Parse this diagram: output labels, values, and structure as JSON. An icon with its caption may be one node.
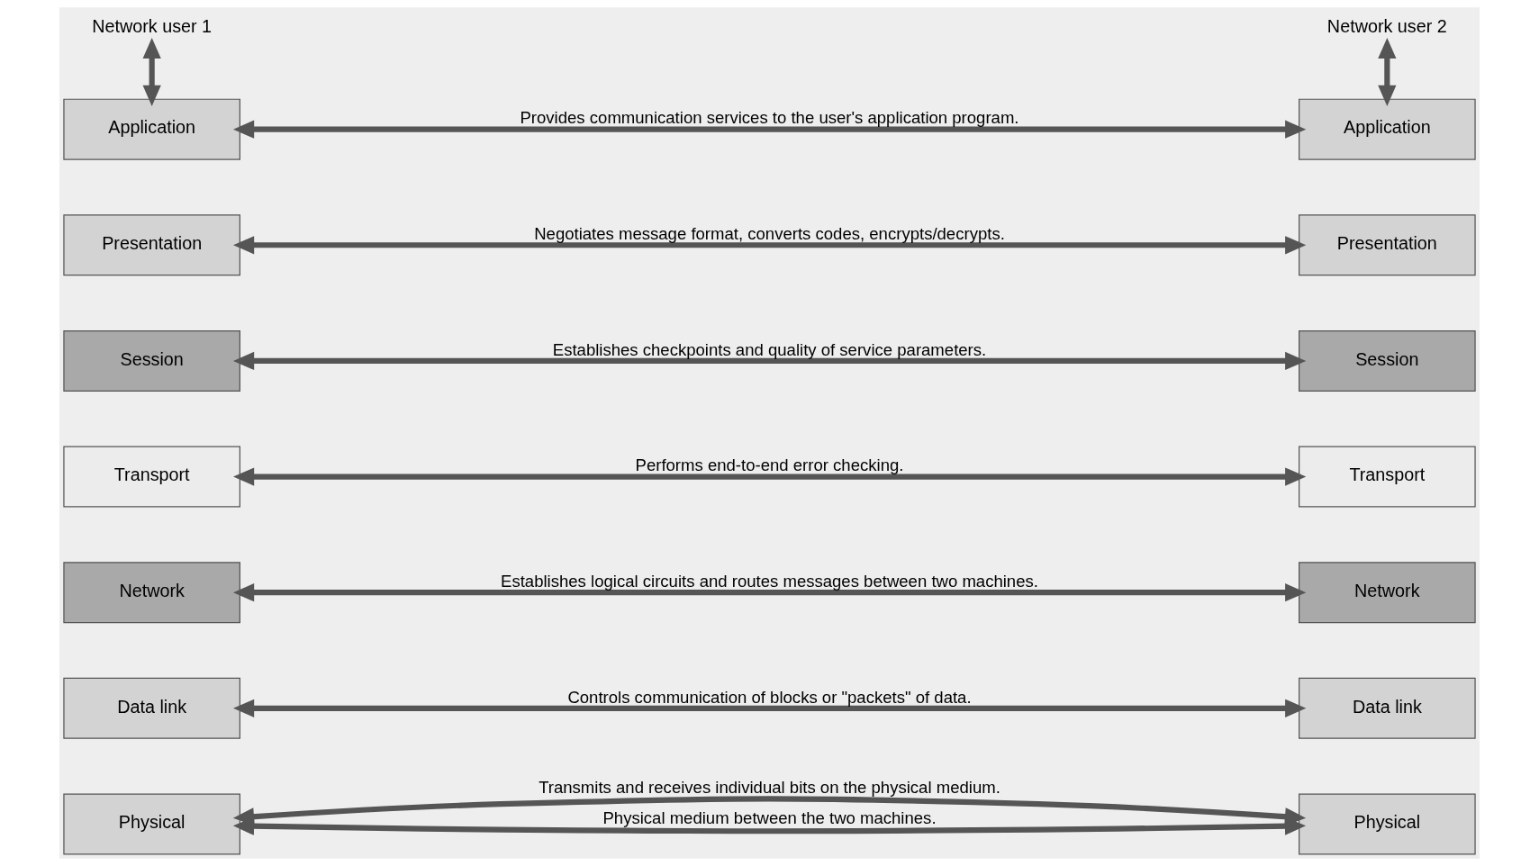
{
  "diagram": {
    "nodes": [
      {
        "text": [
          "Network user 1"
        ]
      },
      {
        "text": [
          "Network user 2"
        ]
      },
      {
        "text": [
          "Application"
        ]
      },
      {
        "text": [
          "Presentation"
        ]
      },
      {
        "text": [
          "Session"
        ]
      },
      {
        "text": [
          "Transport"
        ]
      },
      {
        "text": [
          "Network"
        ]
      },
      {
        "text": [
          "Data link"
        ]
      },
      {
        "text": [
          "Physical"
        ]
      },
      {
        "text": [
          "Application"
        ]
      },
      {
        "text": [
          "Presentation"
        ]
      },
      {
        "text": [
          "Session"
        ]
      },
      {
        "text": [
          "Transport"
        ]
      },
      {
        "text": [
          "Network"
        ]
      },
      {
        "text": [
          "Data link"
        ]
      },
      {
        "text": [
          "Physical"
        ]
      }
    ],
    "edges": [
      {
        "from": 0,
        "to": 2,
        "arrow": "both"
      },
      {
        "from": 1,
        "to": 9,
        "arrow": "both"
      },
      {
        "from": 2,
        "to": 9,
        "arrow": "both",
        "label": "Provides communication services to the user's application program."
      },
      {
        "from": 3,
        "to": 10,
        "arrow": "both",
        "label": "Negotiates message format, converts codes, encrypts/decrypts."
      },
      {
        "from": 4,
        "to": 11,
        "arrow": "both",
        "label": "Establishes checkpoints and quality of service parameters."
      },
      {
        "from": 5,
        "to": 12,
        "arrow": "both",
        "label": "Performs end-to-end error checking."
      },
      {
        "from": 6,
        "to": 13,
        "arrow": "both",
        "label": "Establishes logical circuits and routes messages between two machines."
      },
      {
        "from": 7,
        "to": 14,
        "arrow": "both",
        "label": "Controls communication of blocks or \"packets\" of data."
      },
      {
        "from": 8,
        "to": 15,
        "arrow": "both",
        "label": "Transmits and receives individual bits on the physical medium."
      },
      {
        "from": 8,
        "to": 15,
        "arrow": "both",
        "label": "Physical medium between the two machines."
      }
    ]
  }
}
